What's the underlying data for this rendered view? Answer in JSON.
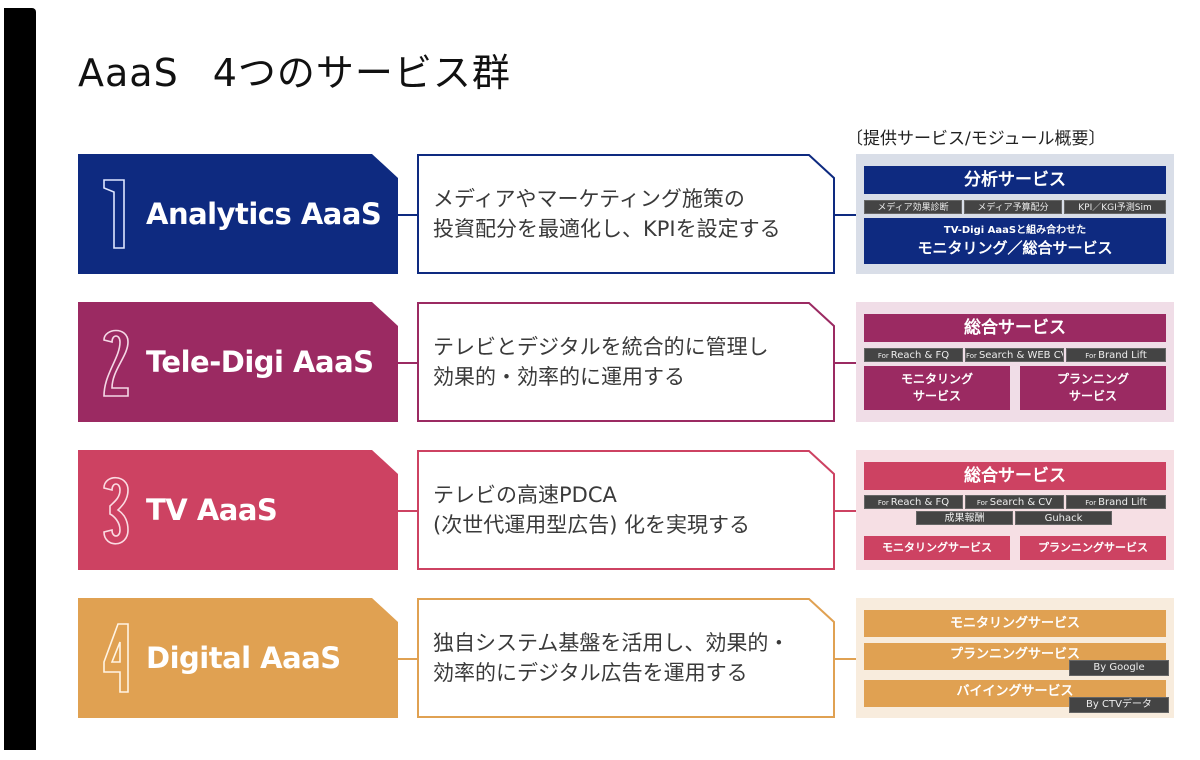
{
  "page": {
    "title_main": "AaaS",
    "title_sub": "4つのサービス群",
    "panel_caption": "〔提供サービス/モジュール概要〕"
  },
  "colors": {
    "analytics": "#0e2a80",
    "teledigi": "#9b2a62",
    "tv": "#cd4262",
    "digital": "#e0a152",
    "analytics_panel_bg": "#d9dee8",
    "teledigi_panel_bg": "#f0dde7",
    "tv_panel_bg": "#f6dfe4",
    "digital_panel_bg": "#f8ecdd",
    "tag_bg": "#444444"
  },
  "services": [
    {
      "number": "1",
      "name": "Analytics AaaS",
      "number_icon": "outlined-digit-1-icon",
      "description_lines": [
        "メディアやマーケティング施策の",
        "投資配分を最適化し、KPIを設定する"
      ],
      "modules": {
        "header": "分析サービス",
        "tags": [
          "メディア効果診断",
          "メディア予算配分",
          "KPI／KGI予測Sim"
        ],
        "footer_small": "TV-Digi AaaSと組み合わせた",
        "footer_large": "モニタリング／総合サービス"
      }
    },
    {
      "number": "2",
      "name": "Tele-Digi AaaS",
      "number_icon": "outlined-digit-2-icon",
      "description_lines": [
        "テレビとデジタルを統合的に管理し",
        "効果的・効率的に運用する"
      ],
      "modules": {
        "header": "総合サービス",
        "tags": [
          {
            "for": "For",
            "label": "Reach & FQ"
          },
          {
            "for": "For",
            "label": "Search & WEB CV"
          },
          {
            "for": "For",
            "label": "Brand Lift"
          }
        ],
        "sub_services": [
          {
            "line1": "モニタリング",
            "line2": "サービス"
          },
          {
            "line1": "プランニング",
            "line2": "サービス"
          }
        ]
      }
    },
    {
      "number": "3",
      "name": "TV AaaS",
      "number_icon": "outlined-digit-3-icon",
      "description_lines": [
        "テレビの高速PDCA",
        "(次世代運用型広告) 化を実現する"
      ],
      "modules": {
        "header": "総合サービス",
        "tags": [
          {
            "for": "For",
            "label": "Reach & FQ"
          },
          {
            "for": "For",
            "label": "Search & CV"
          },
          {
            "for": "For",
            "label": "Brand Lift"
          }
        ],
        "tags_row2": [
          "成果報酬",
          "Guhack"
        ],
        "sub_services": [
          "モニタリングサービス",
          "プランニングサービス"
        ]
      }
    },
    {
      "number": "4",
      "name": "Digital AaaS",
      "number_icon": "outlined-digit-4-icon",
      "description_lines": [
        "独自システム基盤を活用し、効果的・",
        "効率的にデジタル広告を運用する"
      ],
      "modules": {
        "items": [
          {
            "label": "モニタリングサービス",
            "badge": ""
          },
          {
            "label": "プランニングサービス",
            "badge": "By Google"
          },
          {
            "label": "バイイングサービス",
            "badge": "By CTVデータ"
          }
        ]
      }
    }
  ]
}
